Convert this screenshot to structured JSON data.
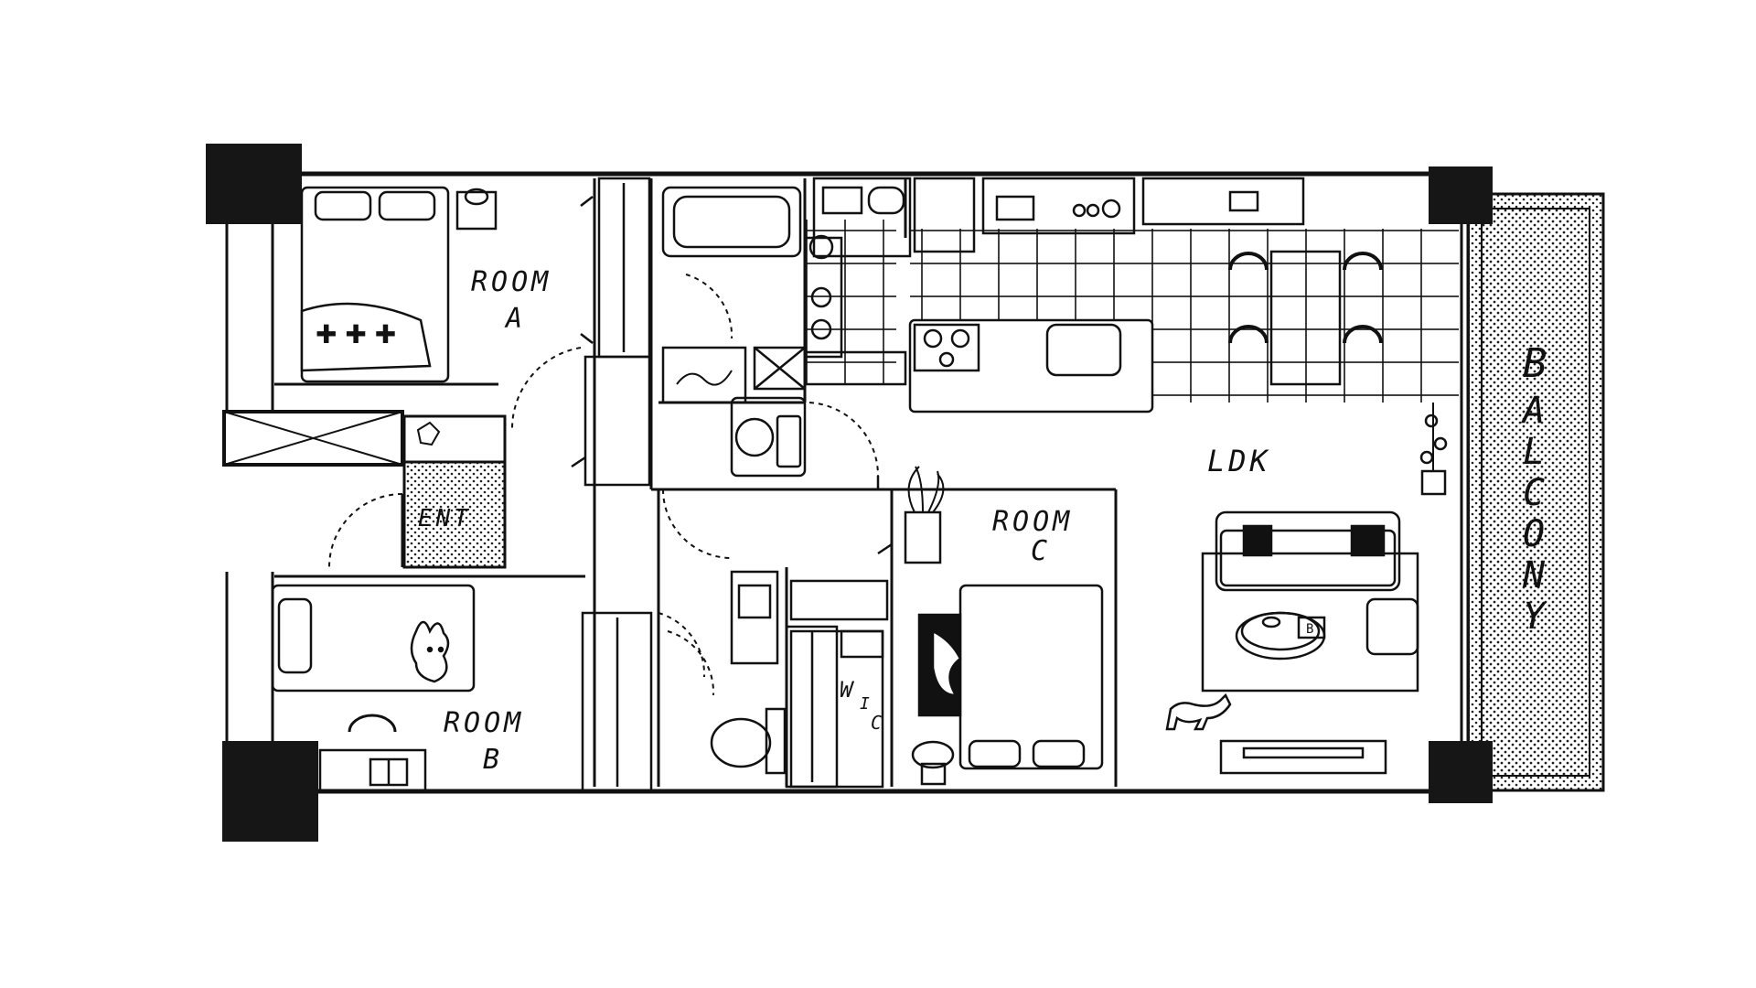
{
  "labels": {
    "room_a": [
      "ROOM",
      "A"
    ],
    "room_b": [
      "ROOM",
      "B"
    ],
    "room_c": [
      "ROOM",
      "C"
    ],
    "ent": "ENT",
    "ldk": "LDK",
    "wic": [
      "W",
      "I",
      "C"
    ],
    "balcony": [
      "B",
      "A",
      "L",
      "C",
      "O",
      "N",
      "Y"
    ],
    "book_cover": "B"
  },
  "colors": {
    "ink": "#111111",
    "paper": "#ffffff",
    "pillar": "#161616",
    "dot": "#222222"
  }
}
